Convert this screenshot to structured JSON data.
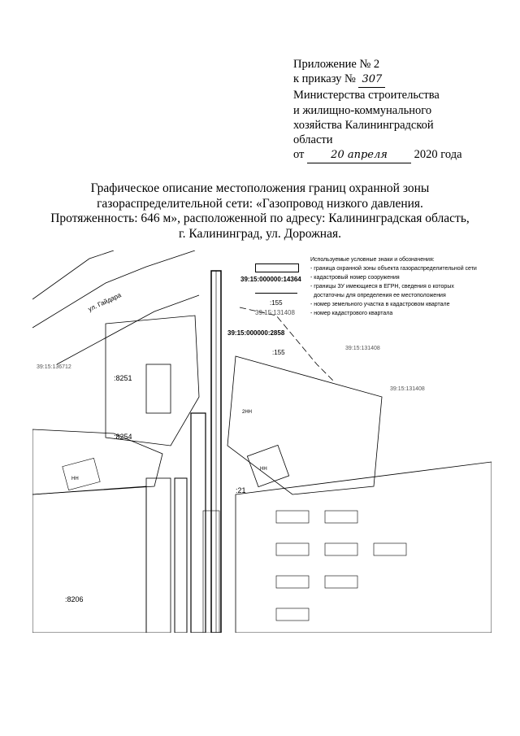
{
  "appendix": {
    "line1": "Приложение № 2",
    "line2_prefix": "к приказу №",
    "order_number": "307",
    "line3": "Министерства строительства",
    "line4": "и жилищно-коммунального",
    "line5": "хозяйства Калининградской",
    "line6": "области",
    "date_prefix": "от",
    "date_handwritten": "20 апреля",
    "date_suffix": "2020 года"
  },
  "title": {
    "line1": "Графическое описание местоположения границ охранной зоны",
    "line2": "газораспределительной сети: «Газопровод низкого давления.",
    "line3": "Протяженность: 646 м», расположенной по адресу: Калининградская область,",
    "line4": "г. Калининград, ул. Дорожная."
  },
  "legend": {
    "heading": "Используемые  условные знаки и обозначения:",
    "items": [
      "- граница охранной зоны объекта газораспределительной сети",
      "- кадастровый номер сооружения",
      "- границы ЗУ имеющиеся в ЕГРН, сведения о которых",
      "  достаточны для определения ее местоположения",
      "- номер земельного участка в кадастровом квартале",
      "- номер кадастрового квартала"
    ],
    "sample_code": "39:15:000000:14364",
    "sample_parcel": ":155",
    "sample_quarter": "39:15:131408"
  },
  "map": {
    "street": "ул. Гайдара",
    "structure_code": "39:15:000000:2858",
    "quarters": [
      "39:15:131408",
      "39:15:136712",
      "39:15:131408"
    ],
    "parcels": [
      ":155",
      ":8251",
      ":8254",
      ":21",
      ":8206"
    ],
    "building_label": "НН",
    "building_label2": "2НН",
    "colors": {
      "ink": "#000000",
      "hatch": "#888888",
      "road": "#cccccc"
    }
  }
}
